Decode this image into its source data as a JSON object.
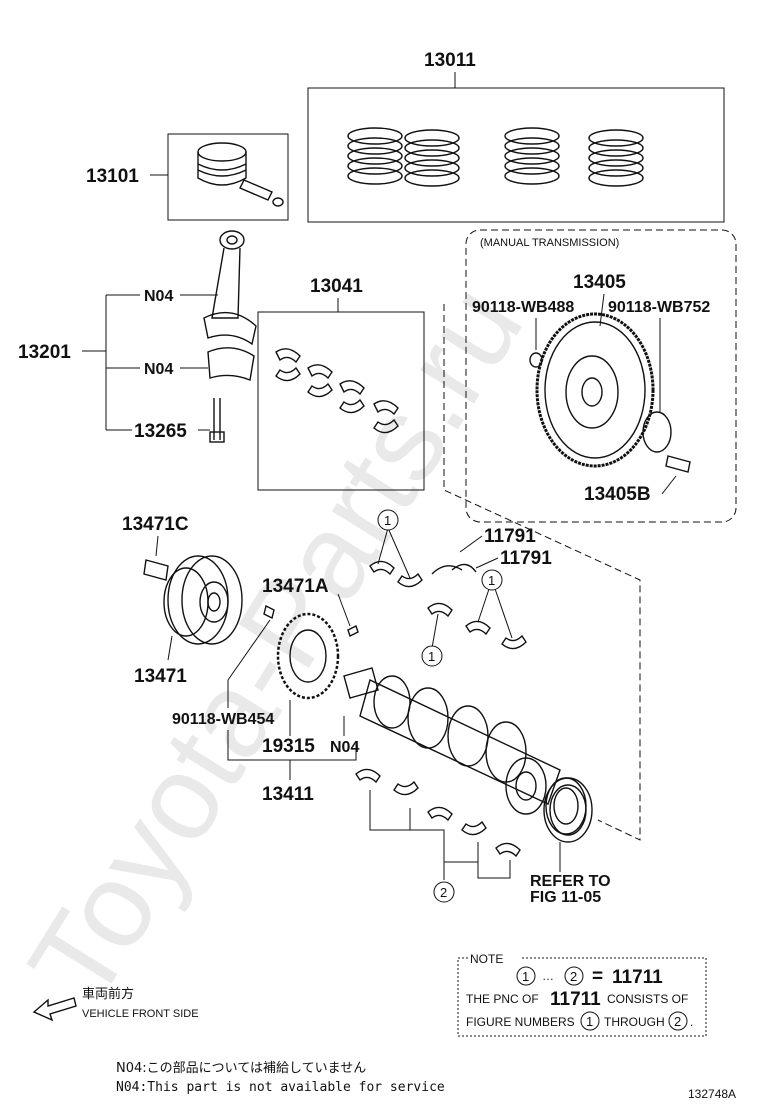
{
  "diagram": {
    "watermark": "Toyota-Parts.ru",
    "parts": {
      "p13011": "13011",
      "p13101": "13101",
      "p13201": "13201",
      "n04_a": "N04",
      "n04_b": "N04",
      "p13265": "13265",
      "p13041": "13041",
      "manual_transmission": "(MANUAL TRANSMISSION)",
      "p13405": "13405",
      "p90118_wb488": "90118-WB488",
      "p90118_wb752": "90118-WB752",
      "p13405b": "13405B",
      "p13471c": "13471C",
      "p13471": "13471",
      "p13471a": "13471A",
      "p11791_a": "11791",
      "p11791_b": "11791",
      "p90118_wb454": "90118-WB454",
      "p19315": "19315",
      "n04_c": "N04",
      "p13411": "13411",
      "refer_line1": "REFER TO",
      "refer_line2": "FIG 11-05"
    },
    "markers": {
      "m1": "1",
      "m2": "2"
    },
    "note": {
      "title": "NOTE",
      "range_sep": "…",
      "equals": "=",
      "result": "11711",
      "line2_pre": "THE PNC OF",
      "line2_pnc": "11711",
      "line2_post": "CONSISTS OF",
      "line3_pre": "FIGURE NUMBERS",
      "line3_mid": "THROUGH",
      "line3_end": "."
    },
    "direction": {
      "jp": "車両前方",
      "en": "VEHICLE FRONT SIDE"
    },
    "footnotes": {
      "jp": "N04:この部品については補給していません",
      "en": "N04:This part is not available for service"
    },
    "figure_id": "132748A"
  }
}
